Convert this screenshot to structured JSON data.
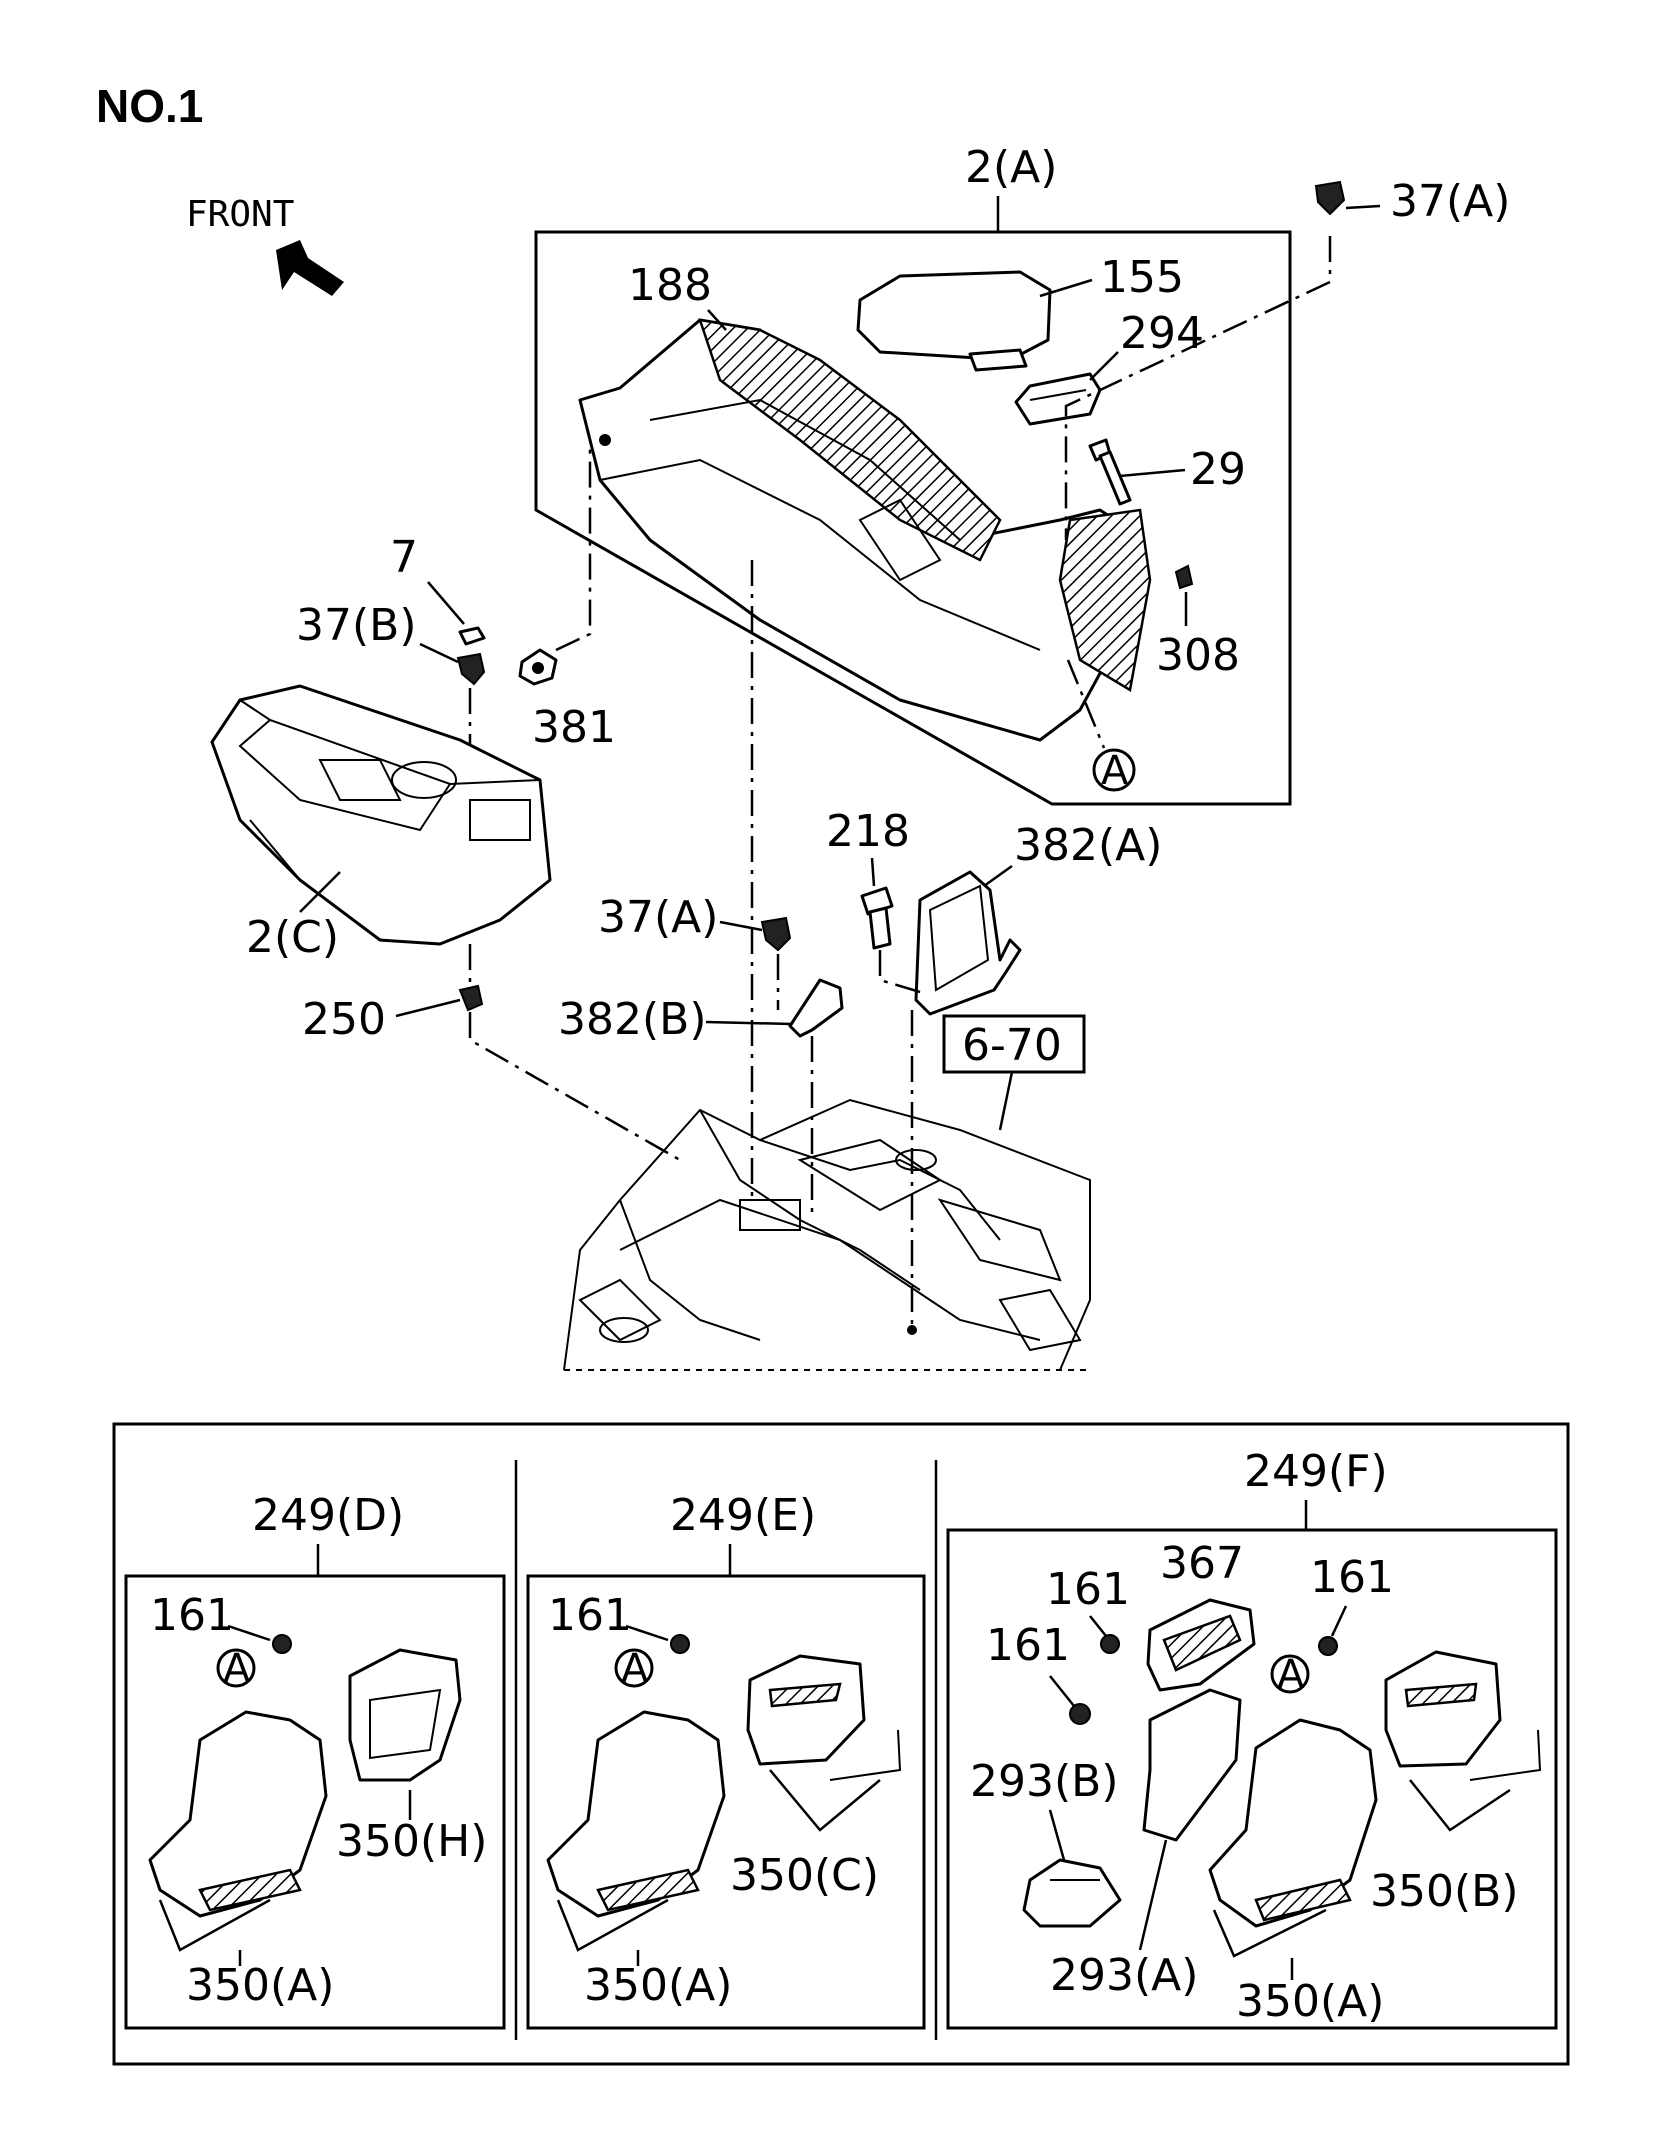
{
  "title": "NO.1",
  "front_label": "FRONT",
  "ref_box": "6-70",
  "ref_marker": "A",
  "labels": {
    "p2a": "2(A)",
    "p37a_top": "37(A)",
    "p188": "188",
    "p155": "155",
    "p294": "294",
    "p29": "29",
    "p308": "308",
    "p7": "7",
    "p37b": "37(B)",
    "p381": "381",
    "p2c": "2(C)",
    "p218": "218",
    "p382a": "382(A)",
    "p37a_mid": "37(A)",
    "p250": "250",
    "p382b": "382(B)"
  },
  "panels": [
    {
      "assembly": "249(D)",
      "fastener": "161",
      "marker": "A",
      "parts": [
        "350(H)",
        "350(A)"
      ]
    },
    {
      "assembly": "249(E)",
      "fastener": "161",
      "marker": "A",
      "parts": [
        "350(C)",
        "350(A)"
      ]
    },
    {
      "assembly": "249(F)",
      "fasteners": [
        "161",
        "161",
        "161"
      ],
      "p367": "367",
      "marker": "A",
      "parts": [
        "293(B)",
        "293(A)",
        "350(B)",
        "350(A)"
      ]
    }
  ]
}
